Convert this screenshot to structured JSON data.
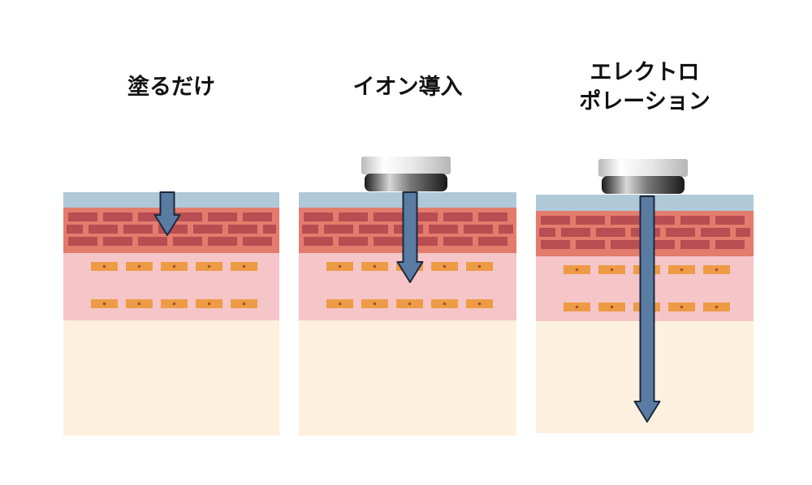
{
  "panels": [
    {
      "title_lines": [
        "塗るだけ"
      ]
    },
    {
      "title_lines": [
        "イオン導入"
      ]
    },
    {
      "title_lines": [
        "エレクトロ",
        "ポレーション"
      ]
    }
  ],
  "colors": {
    "stratum_corneum": "#afc9d9",
    "brick_layer_bg": "#e37c6c",
    "brick": "#b84d52",
    "epidermis": "#f5c5c8",
    "cell": "#ee9b45",
    "cell_nucleus": "#a6502d",
    "dermis": "#fdf0df",
    "arrow_fill": "#5a7ba2",
    "arrow_stroke": "#1c2a3c"
  }
}
